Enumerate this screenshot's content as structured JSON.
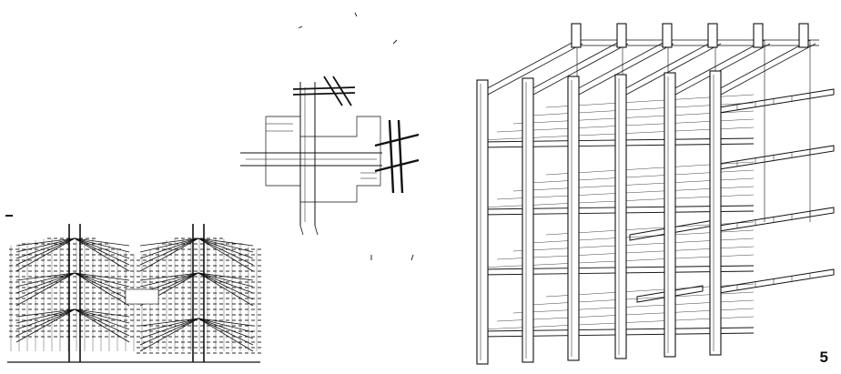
{
  "figure": {
    "plate_number": "5",
    "ink_color": "#111111",
    "background_color": "#ffffff"
  },
  "panels": [
    {
      "id": "truss-frame-elevation"
    },
    {
      "id": "cross-joint-detail"
    },
    {
      "id": "structural-grid-isometric"
    }
  ]
}
